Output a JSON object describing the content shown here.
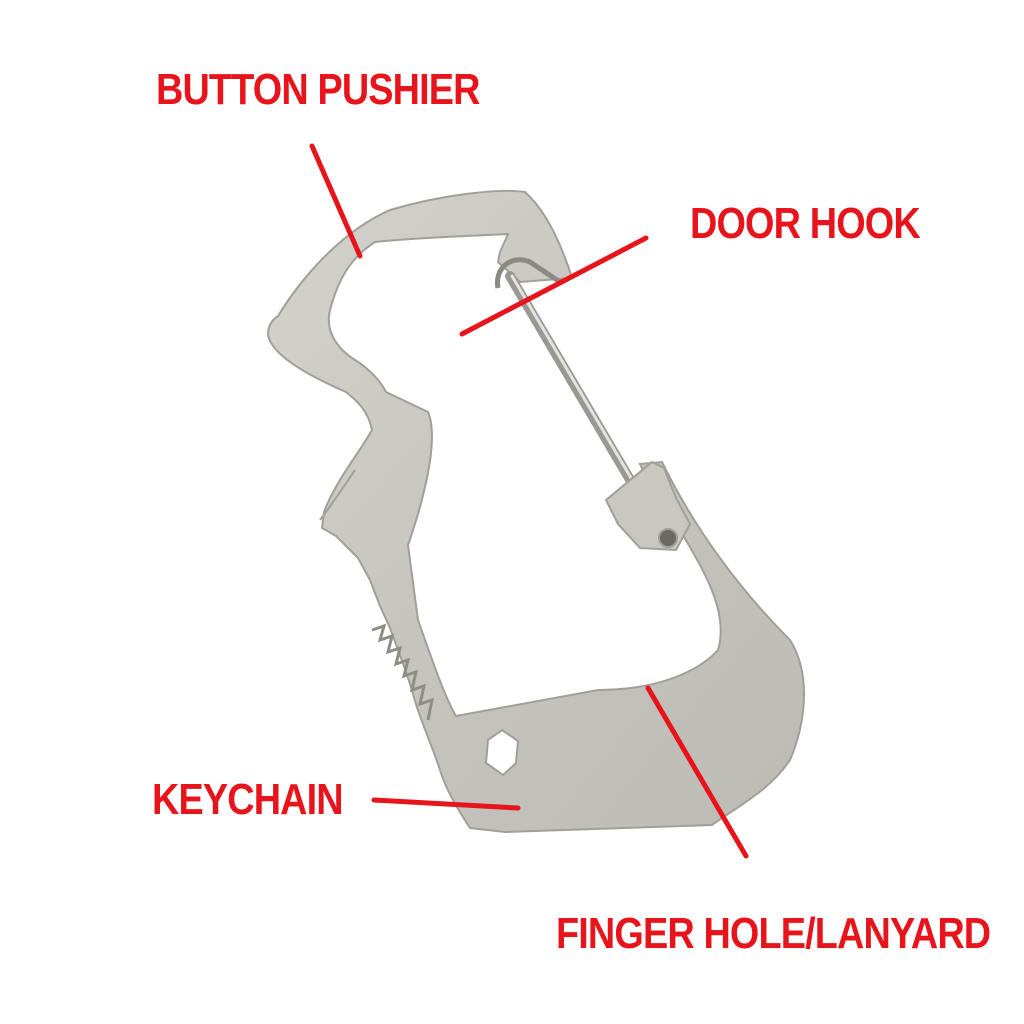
{
  "labels": {
    "button_pushier": "BUTTON PUSHIER",
    "door_hook": "DOOR HOOK",
    "keychain": "KEYCHAIN",
    "finger_hole_lanyard": "FINGER HOLE/LANYARD"
  },
  "colors": {
    "label_text": "#e8141b",
    "leader_line": "#e8141b",
    "tool_fill": "#cbc9c3",
    "tool_edge": "#a19f98",
    "background": "#ffffff"
  }
}
